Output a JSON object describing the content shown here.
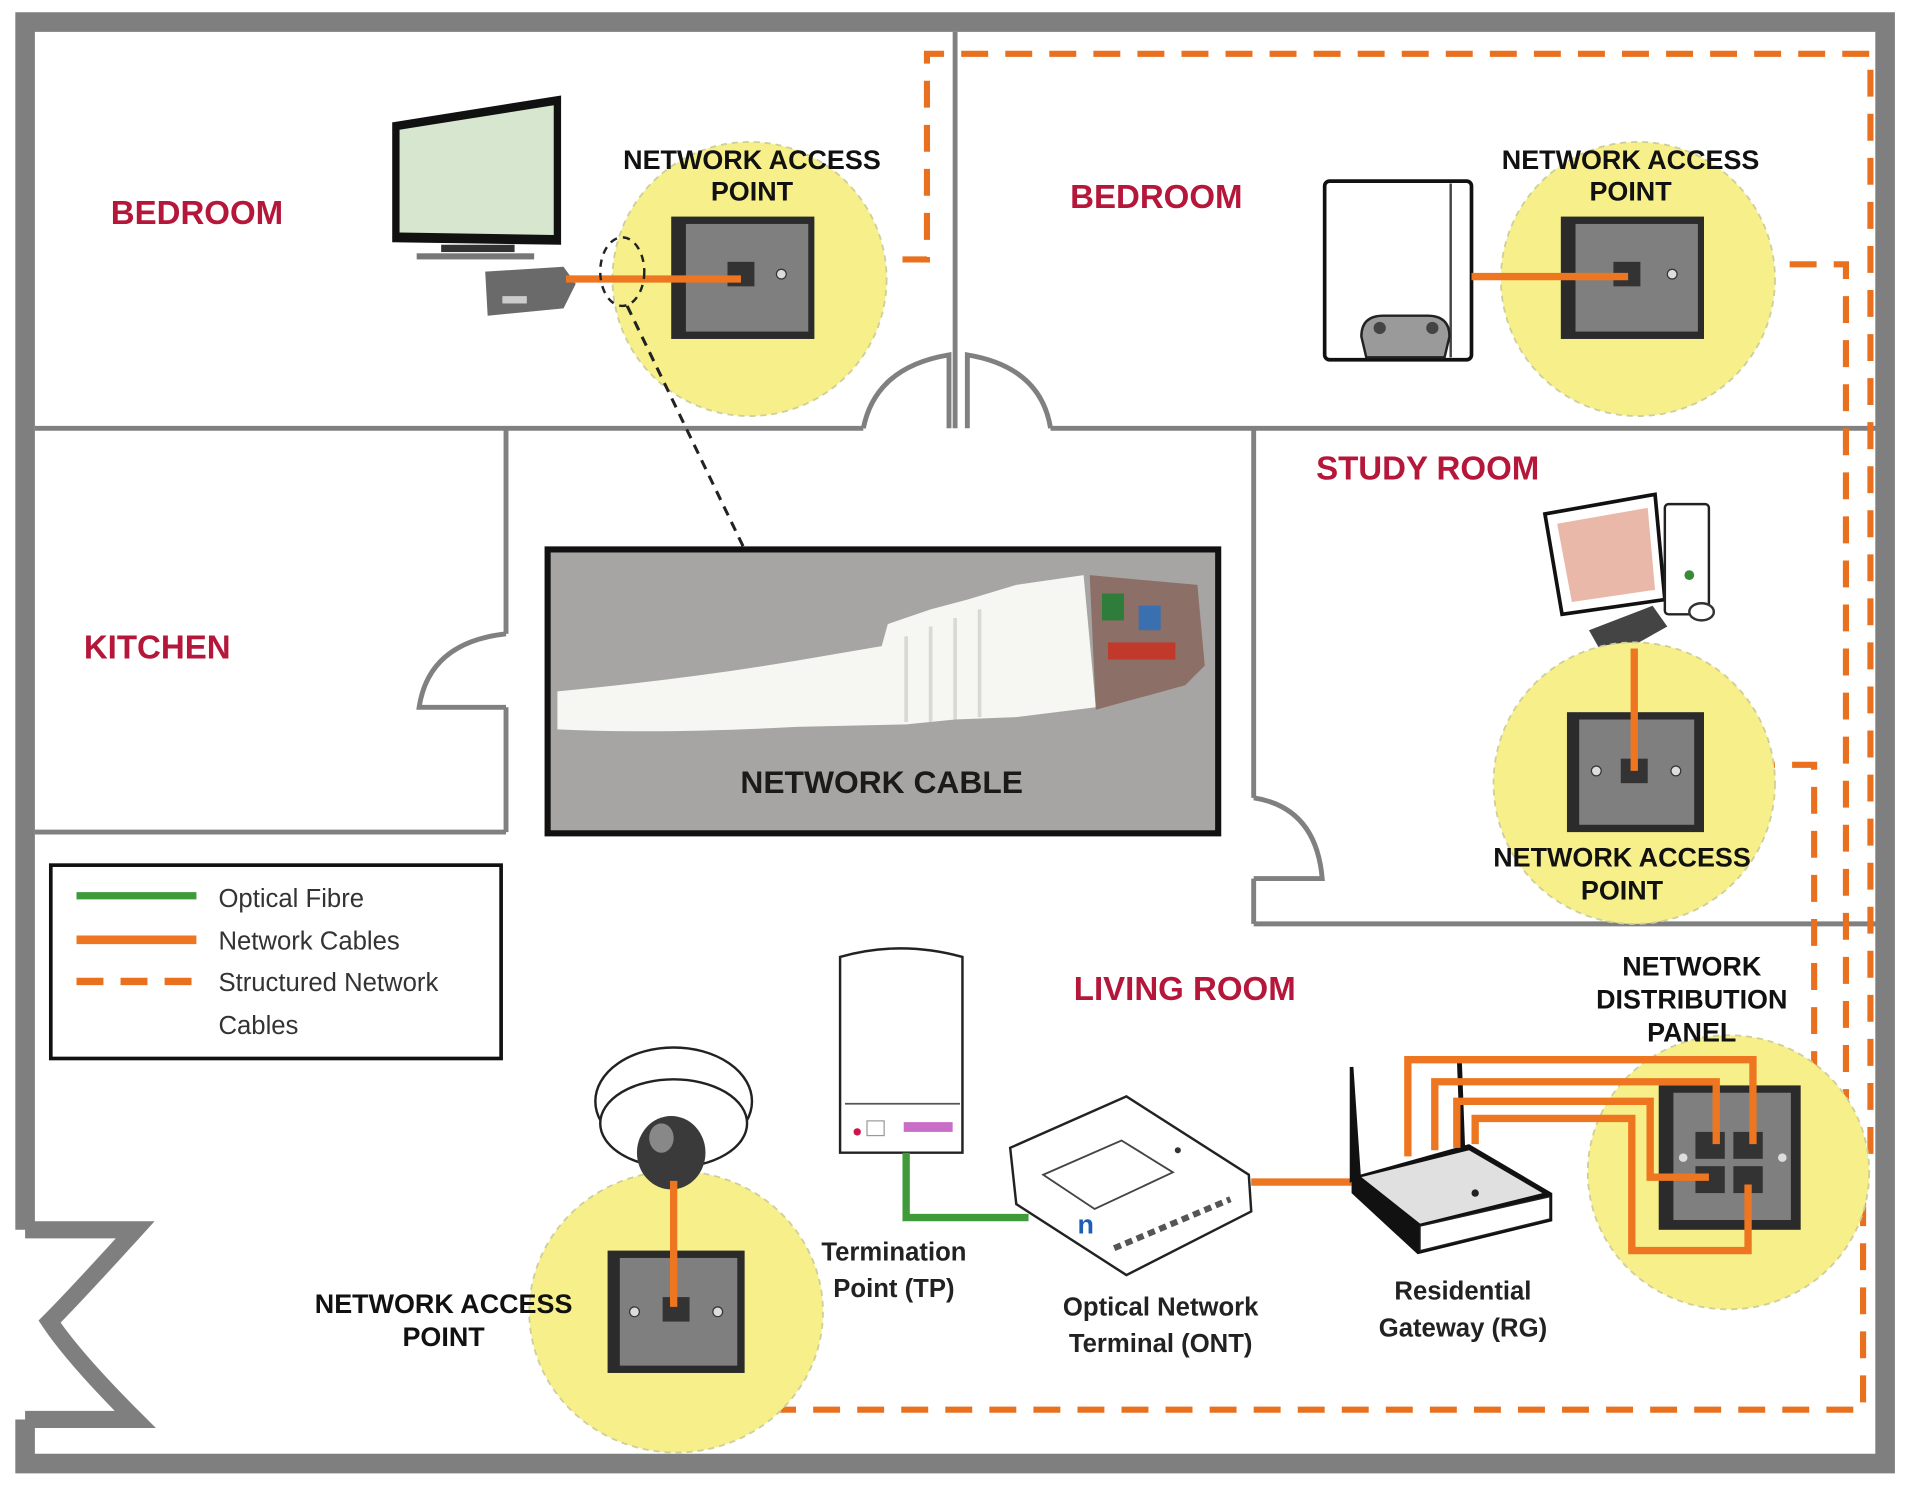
{
  "diagram": {
    "rooms": [
      {
        "id": "bedroom-1",
        "label": "BEDROOM"
      },
      {
        "id": "bedroom-2",
        "label": "BEDROOM"
      },
      {
        "id": "kitchen",
        "label": "KITCHEN"
      },
      {
        "id": "study-room",
        "label": "STUDY ROOM"
      },
      {
        "id": "living-room",
        "label": "LIVING ROOM"
      }
    ],
    "access_points": [
      {
        "room": "bedroom-1",
        "line1": "NETWORK ACCESS",
        "line2": "POINT",
        "device": "tv-icon"
      },
      {
        "room": "bedroom-2",
        "line1": "NETWORK ACCESS",
        "line2": "POINT",
        "device": "game-console-icon"
      },
      {
        "room": "study-room",
        "line1": "NETWORK ACCESS",
        "line2": "POINT",
        "device": "desktop-computer-icon"
      },
      {
        "room": "living-room",
        "line1": "NETWORK ACCESS",
        "line2": "POINT",
        "device": "security-camera-icon"
      }
    ],
    "distribution_panel": {
      "line1": "NETWORK",
      "line2": "DISTRIBUTION",
      "line3": "PANEL"
    },
    "devices": {
      "termination_point": {
        "line1": "Termination",
        "line2": "Point (TP)"
      },
      "ont": {
        "line1": "Optical Network",
        "line2": "Terminal (ONT)"
      },
      "gateway": {
        "line1": "Residential",
        "line2": "Gateway (RG)"
      }
    },
    "cable_callout": {
      "label": "NETWORK CABLE"
    },
    "legend": {
      "items": [
        {
          "label": "Optical Fibre",
          "style": "solid",
          "color": "#3f9a3a"
        },
        {
          "label": "Network Cables",
          "style": "solid",
          "color": "#ee7621"
        },
        {
          "label": "Structured Network",
          "label2": "Cables",
          "style": "dashed",
          "color": "#e8701e"
        }
      ]
    },
    "colors": {
      "room_label": "#b5173a",
      "wall": "#7f7f7f",
      "access_point_halo": "#f7f08a",
      "optical_fibre": "#3f9a3a",
      "network_cable": "#ee7621",
      "structured_cable": "#e8701e"
    }
  }
}
